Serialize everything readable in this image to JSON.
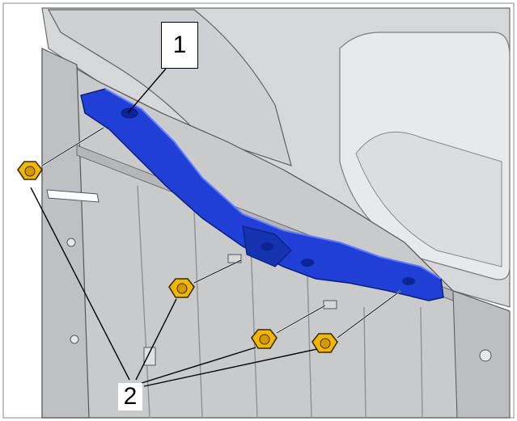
{
  "diagram": {
    "callouts": [
      {
        "id": "1",
        "label": "1"
      },
      {
        "id": "2",
        "label": "2"
      }
    ],
    "components": [
      {
        "name": "bracket",
        "color": "#1f3fd6",
        "callout": "1"
      },
      {
        "name": "nut",
        "count": 4,
        "color": "#f2b705",
        "callout": "2"
      }
    ],
    "colors": {
      "body_panel": "#c9cacc",
      "body_panel_dark": "#9c9ea1",
      "outline": "#555759",
      "leader_line": "#000000",
      "background": "#ffffff"
    }
  }
}
